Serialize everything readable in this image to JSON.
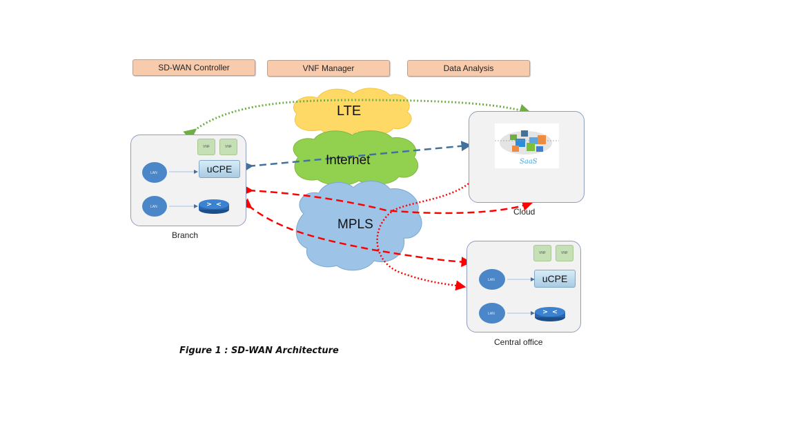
{
  "top_boxes": [
    {
      "label": "SD-WAN Controller"
    },
    {
      "label": "VNF Manager"
    },
    {
      "label": "Data Analysis"
    }
  ],
  "clouds": {
    "lte": {
      "label": "LTE",
      "color": "#ffd966"
    },
    "internet": {
      "label": "Internet",
      "color": "#92d050"
    },
    "mpls": {
      "label": "MPLS",
      "color": "#9dc3e6"
    }
  },
  "sites": {
    "branch": {
      "label": "Branch",
      "vnf": [
        "VNF",
        "VNF"
      ],
      "ucpe": "uCPE",
      "lan": [
        "LAN",
        "LAN"
      ]
    },
    "cloud": {
      "label": "Cloud",
      "saas": "SaaS"
    },
    "central": {
      "label": "Central office",
      "vnf": [
        "VNF",
        "VNF"
      ],
      "ucpe": "uCPE",
      "lan": [
        "LAN",
        "LAN"
      ]
    }
  },
  "link_colors": {
    "lte": "#70ad47",
    "internet": "#41719c",
    "mpls": "#ff0000"
  },
  "caption": "Figure 1 : SD-WAN Architecture"
}
